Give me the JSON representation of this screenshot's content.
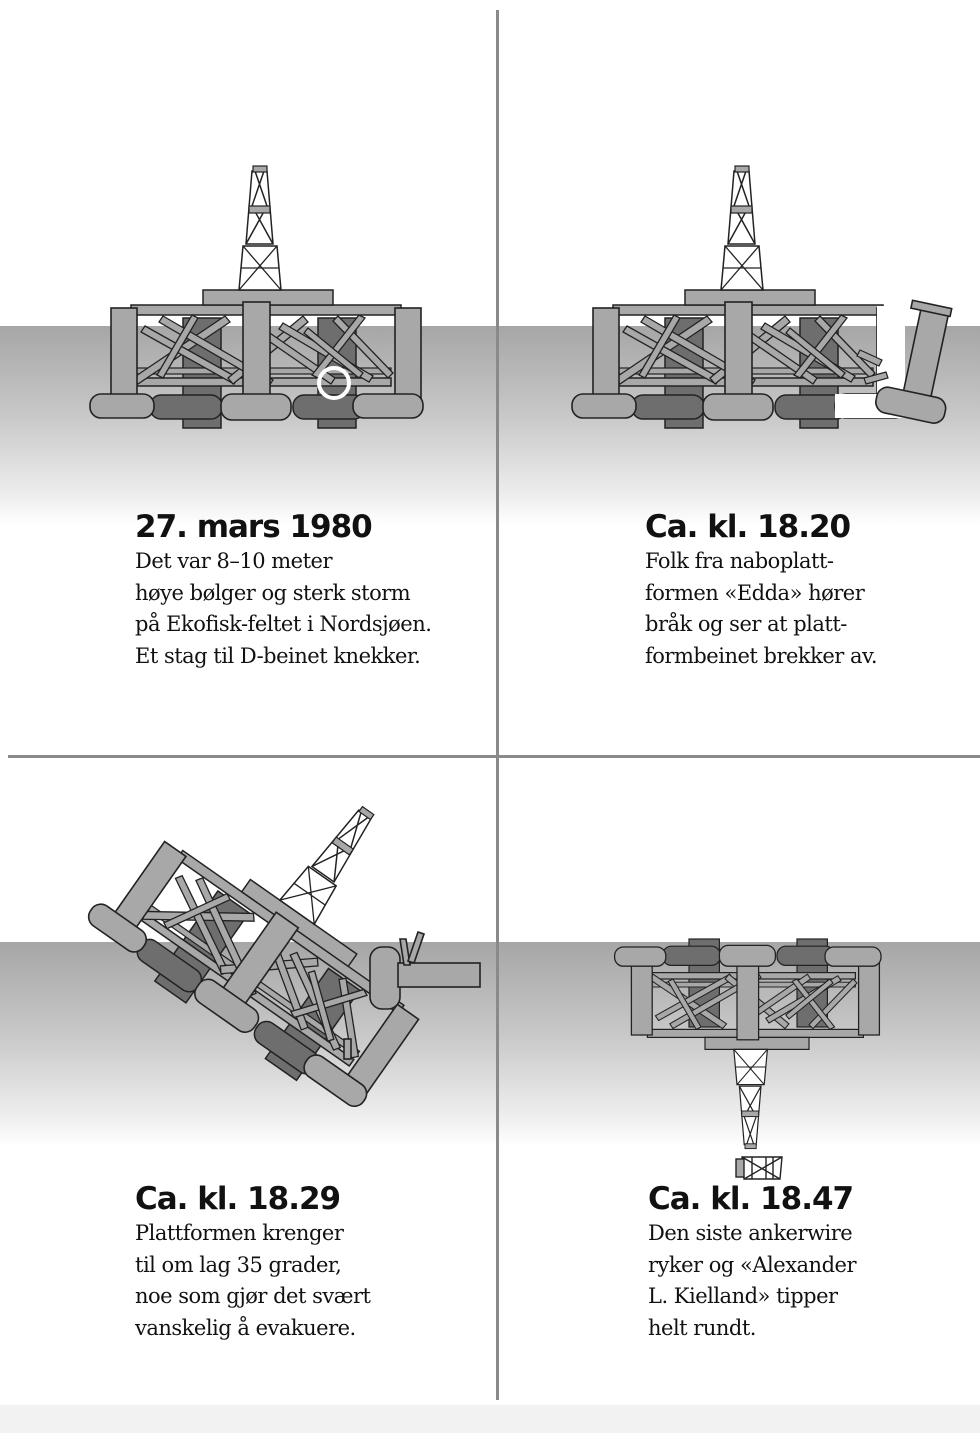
{
  "panels": [
    {
      "title": "27. mars 1980",
      "text": "Det var 8–10 meter\nhøye bølger og sterk storm\npå Ekofisk-feltet i Nordsjøen.\nEt stag til D-beinet knekker."
    },
    {
      "title": "Ca. kl. 18.20",
      "text": "Folk fra naboplatt-\nformen «Edda» hører\nbråk og ser at platt-\nformbeinet brekker av."
    },
    {
      "title": "Ca. kl. 18.29",
      "text": "Plattformen krenger\ntil om lag 35 grader,\nnoe som gjør det svært\nvanskelig å evakuere."
    },
    {
      "title": "Ca. kl. 18.47",
      "text": "Den siste ankerwire\nryker og «Alexander\nL. Kielland» tipper\nhelt rundt."
    }
  ],
  "colors": {
    "structure": "#a8a8a8",
    "pontoon": "#6e6e6e",
    "outline": "#222222",
    "divider": "#8a8a8a"
  }
}
